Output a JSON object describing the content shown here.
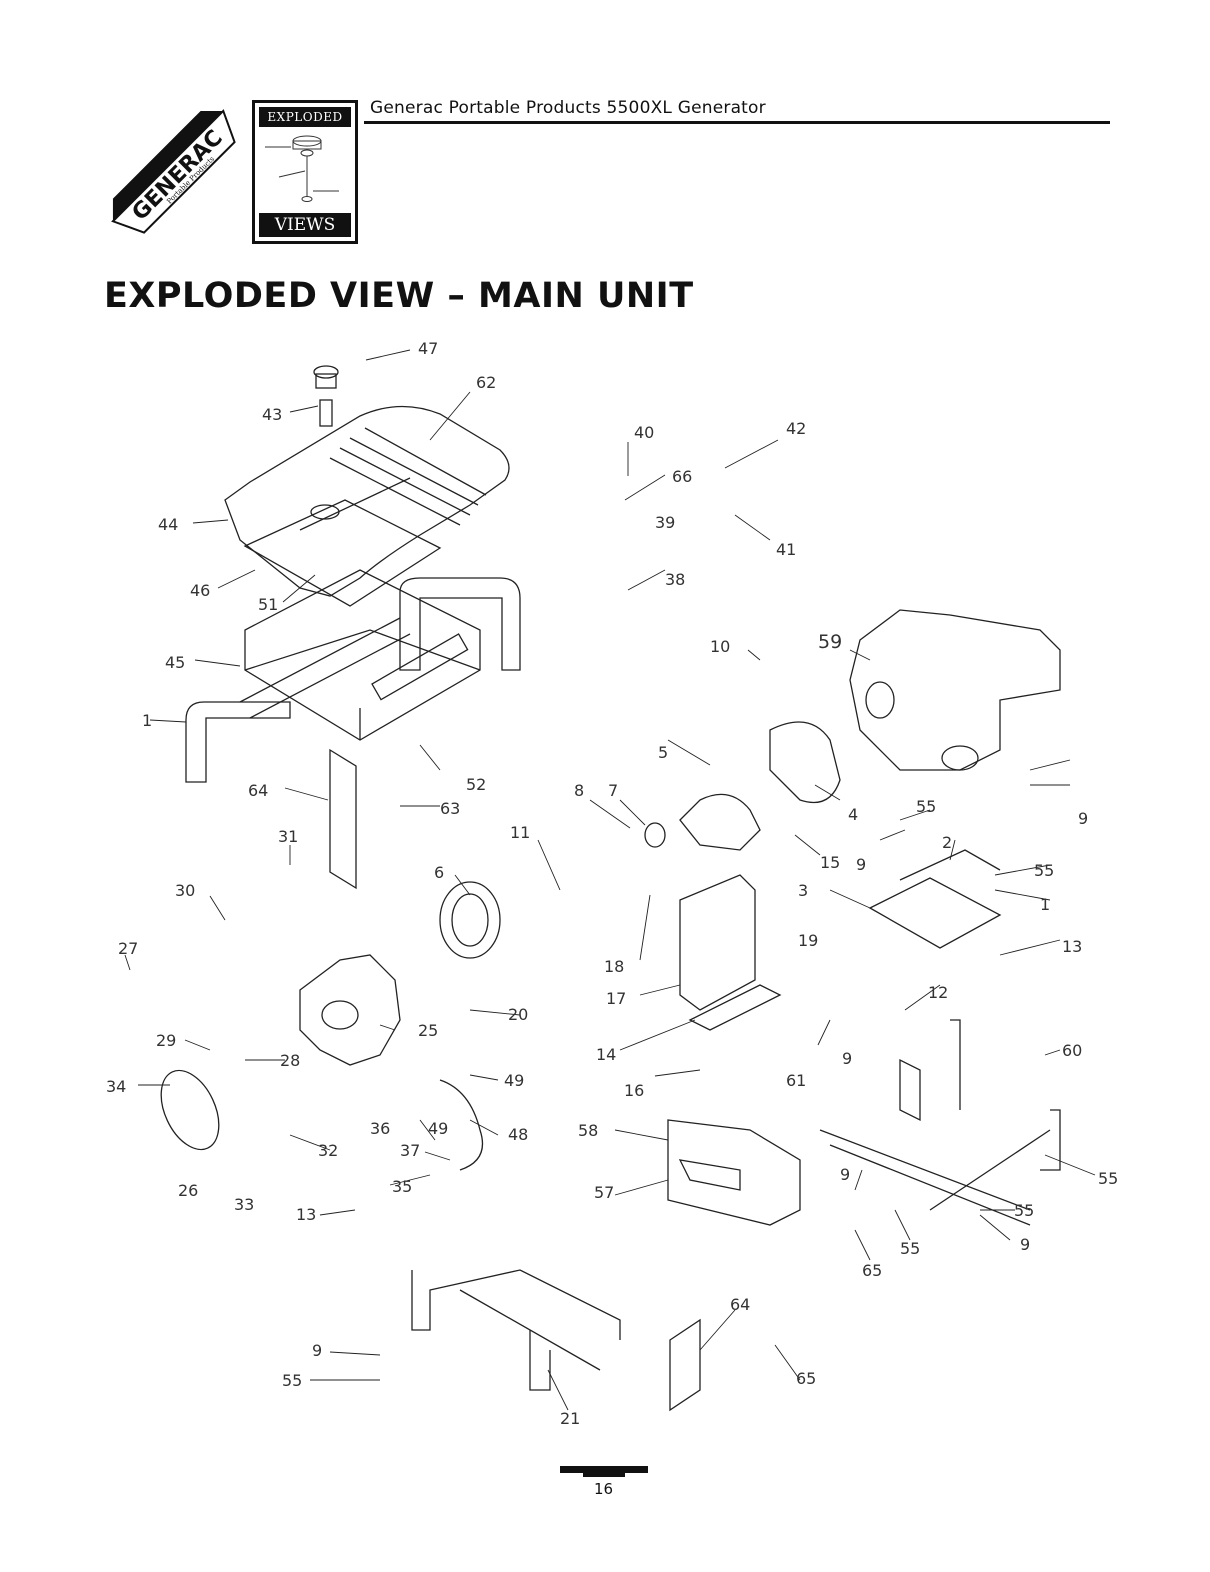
{
  "header": {
    "brand_logo": "GENERAC",
    "brand_sub": "Portable Products",
    "book_top": "EXPLODED",
    "book_bottom": "VIEWS",
    "title": "Generac Portable Products 5500XL Generator"
  },
  "page_heading": "EXPLODED VIEW – MAIN UNIT",
  "diagram": {
    "callouts": [
      "47",
      "62",
      "43",
      "40",
      "42",
      "66",
      "39",
      "41",
      "44",
      "46",
      "51",
      "38",
      "45",
      "10",
      "59",
      "1",
      "52",
      "5",
      "55",
      "64",
      "63",
      "8",
      "7",
      "4",
      "9",
      "31",
      "11",
      "15",
      "2",
      "30",
      "6",
      "3",
      "19",
      "27",
      "18",
      "13",
      "12",
      "17",
      "20",
      "25",
      "29",
      "28",
      "14",
      "9",
      "61",
      "60",
      "34",
      "49",
      "16",
      "36",
      "49",
      "48",
      "58",
      "37",
      "32",
      "26",
      "33",
      "35",
      "57",
      "13",
      "65",
      "55",
      "64",
      "9",
      "55",
      "65",
      "21",
      "9",
      "55",
      "1",
      "55",
      "9",
      "55",
      "9"
    ]
  },
  "footer": {
    "page_number": "16"
  }
}
